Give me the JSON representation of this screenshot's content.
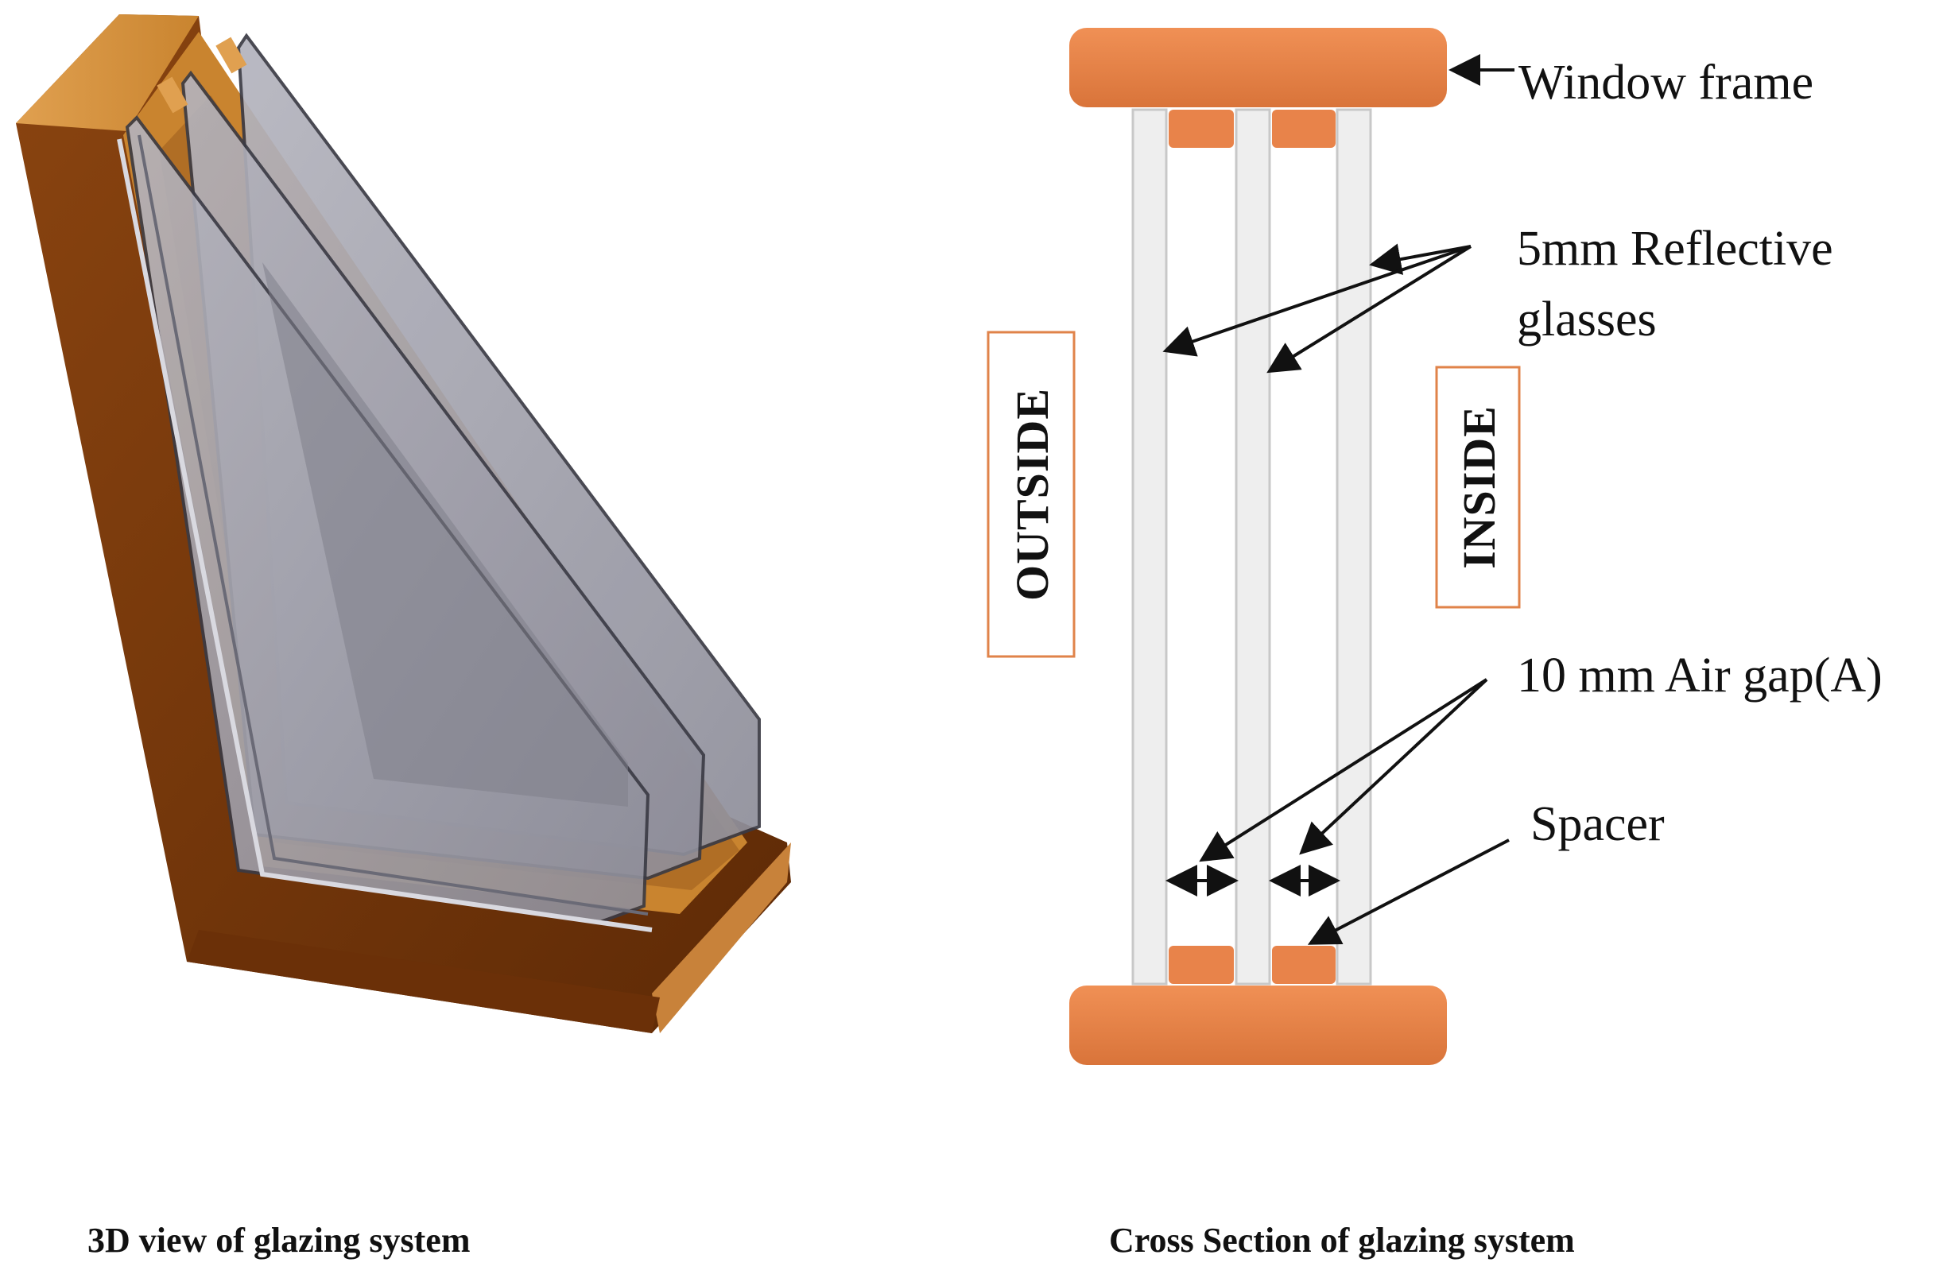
{
  "panels": {
    "left": {
      "caption": "3D view of glazing system"
    },
    "right": {
      "caption": "Cross Section of glazing system"
    }
  },
  "labels": {
    "window_frame": "Window frame",
    "reflective_glasses_line1": "5mm Reflective",
    "reflective_glasses_line2": "glasses",
    "air_gap": "10 mm Air gap(A)",
    "spacer": "Spacer",
    "outside": "OUTSIDE",
    "inside": "INSIDE"
  },
  "colors": {
    "frame_orange": "#E8834A",
    "wood_light": "#D9923F",
    "wood_dark": "#7A3A0C",
    "glass": "#9A9AA6",
    "glass_pane": "#EEEEEE",
    "label_box_border": "#E0834A"
  }
}
